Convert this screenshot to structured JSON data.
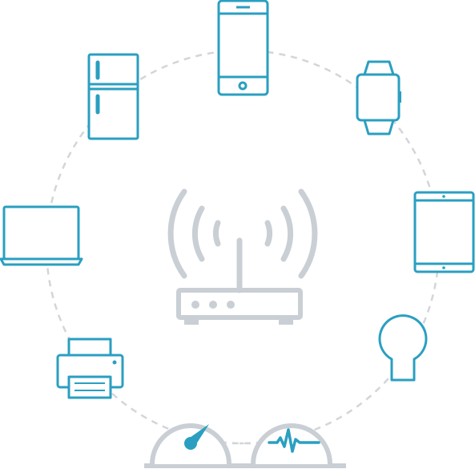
{
  "colors": {
    "device": "#2a9fc1",
    "neutral": "#c9cfd4",
    "circle": "#d2d6da",
    "background": "#ffffff"
  },
  "hub": {
    "icon": "wifi-router-icon"
  },
  "devices": [
    {
      "name": "smartphone",
      "icon": "smartphone-icon"
    },
    {
      "name": "smartwatch",
      "icon": "smartwatch-icon"
    },
    {
      "name": "tablet",
      "icon": "tablet-icon"
    },
    {
      "name": "light-bulb",
      "icon": "light-bulb-icon"
    },
    {
      "name": "refrigerator",
      "icon": "refrigerator-icon"
    },
    {
      "name": "laptop",
      "icon": "laptop-icon"
    },
    {
      "name": "printer",
      "icon": "printer-icon"
    }
  ],
  "meters": [
    {
      "name": "speed-gauge",
      "icon": "speedometer-gauge-icon"
    },
    {
      "name": "heart-rate-gauge",
      "icon": "pulse-gauge-icon"
    }
  ]
}
